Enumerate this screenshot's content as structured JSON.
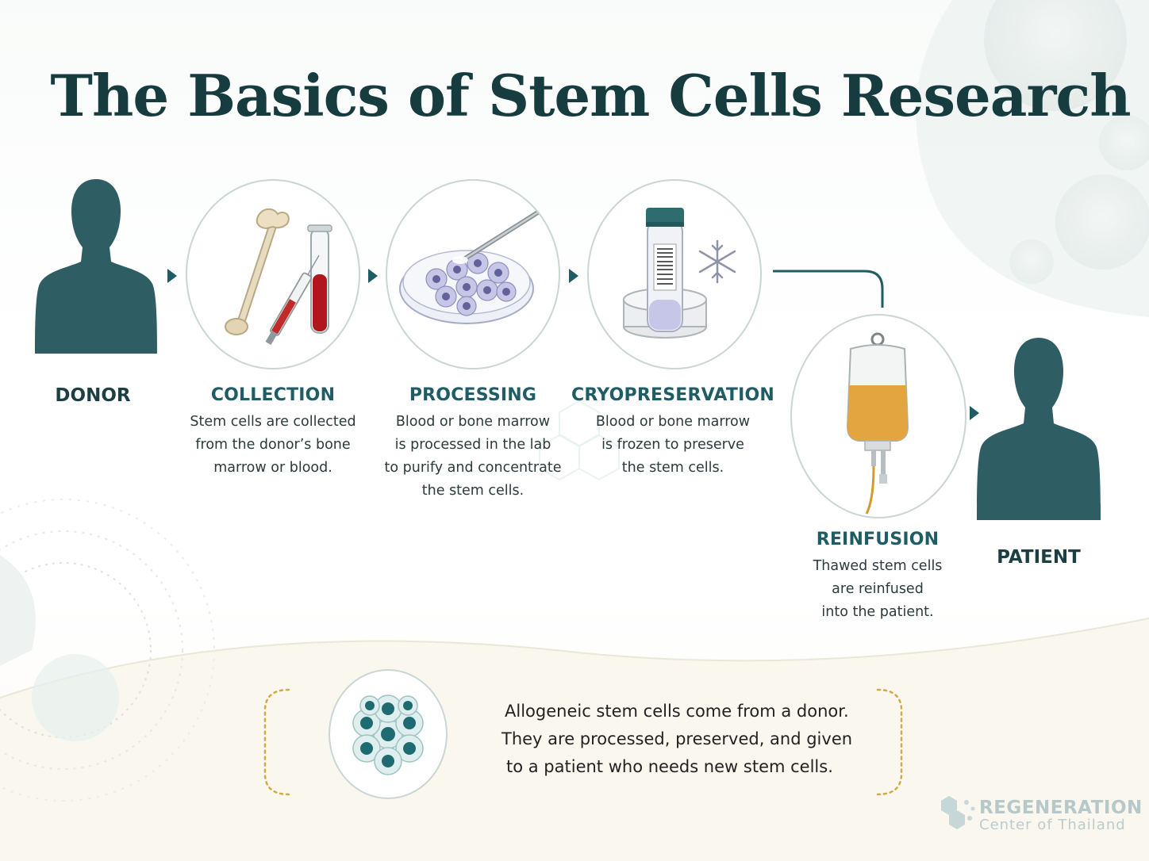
{
  "title": "The Basics of Stem Cells Research",
  "donor": {
    "label": "DONOR"
  },
  "patient": {
    "label": "PATIENT"
  },
  "steps": [
    {
      "title": "COLLECTION",
      "lines": [
        "Stem cells are collected",
        "from the donor’s bone",
        "marrow or blood."
      ],
      "icon": "bone-syringe-test-tube-icon"
    },
    {
      "title": "PROCESSING",
      "lines": [
        "Blood or bone marrow",
        "is processed in the lab",
        "to purify and concentrate",
        "the stem cells."
      ],
      "icon": "petri-dish-icon"
    },
    {
      "title": "CRYOPRESERVATION",
      "lines": [
        "Blood or bone marrow",
        "is frozen to preserve",
        "the stem cells."
      ],
      "icon": "cryo-vial-snowflake-icon"
    },
    {
      "title": "REINFUSION",
      "lines": [
        "Thawed stem cells",
        "are reinfused",
        "into the patient."
      ],
      "icon": "iv-bag-icon"
    }
  ],
  "summary": {
    "lines": [
      "Allogeneic stem cells come from a donor.",
      "They are processed, preserved, and given",
      "to a patient who needs new stem cells."
    ],
    "icon": "stem-cell-cluster-icon"
  },
  "brand": {
    "name": "REGENERATION",
    "tagline": "Center of Thailand"
  },
  "colors": {
    "accent": "#1e5c66",
    "silhouette": "#2e5d63",
    "title": "#163c3f",
    "gold": "#d4a848",
    "blood": "#b0161c"
  }
}
